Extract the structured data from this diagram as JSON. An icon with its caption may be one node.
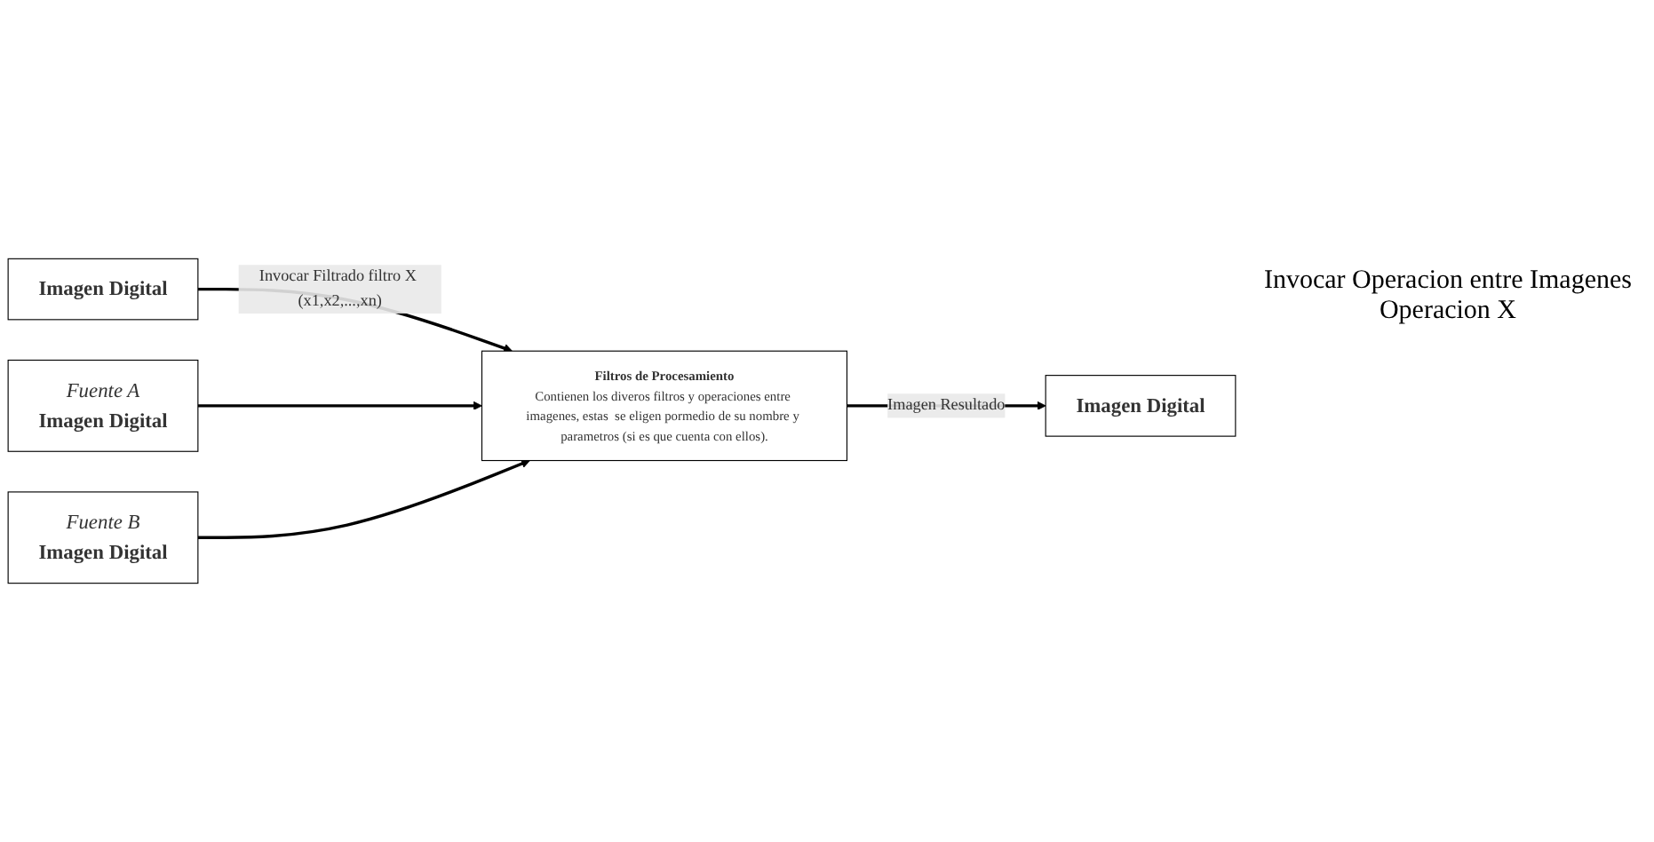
{
  "diagram": {
    "nodes": [
      {
        "text": [
          "Imagen Digital"
        ]
      },
      {
        "text": [
          "Filtros de Procesamiento",
          "Contienen los diveros filtros y operaciones entre imagenes, estas  se eligen pormedio de su nombre y parametros (si es que cuenta con ellos)."
        ]
      },
      {
        "text": [
          "Imagen Digital"
        ]
      },
      {
        "text": [
          "Fuente A",
          "Imagen Digital"
        ]
      },
      {
        "text": [
          "Fuente B",
          "Imagen Digital"
        ]
      }
    ],
    "edges": [
      {
        "from": 0,
        "to": 1,
        "arrow": "to",
        "label": "Invocar Filtrado filtro X (x1,x2,...,xn)"
      },
      {
        "from": 1,
        "to": 2,
        "arrow": "to",
        "label": "Imagen Resultado"
      },
      {
        "from": 3,
        "to": 1,
        "arrow": "to"
      },
      {
        "from": 4,
        "to": 1,
        "arrow": "to"
      }
    ],
    "labels": [
      "Invocar Operacion entre Imagenes Operacion X"
    ]
  }
}
